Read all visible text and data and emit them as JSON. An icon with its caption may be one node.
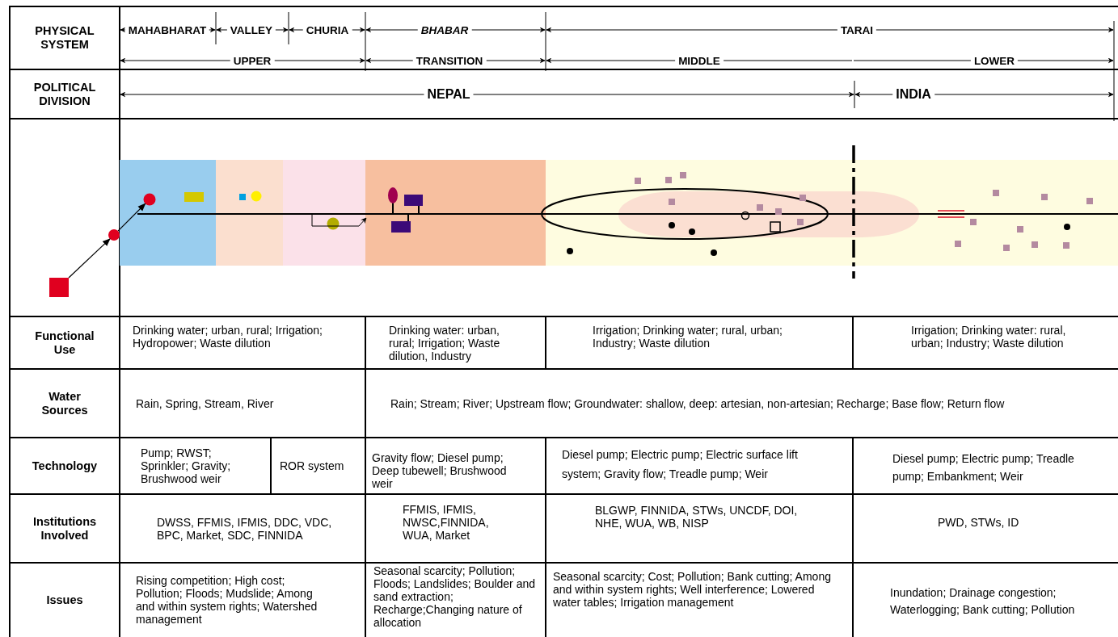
{
  "diagram": {
    "nodes": [
      {
        "text": [],
        "shape": "box"
      },
      {
        "text": [],
        "shape": "circle"
      },
      {
        "text": [],
        "shape": "circle"
      }
    ],
    "edges": [
      {
        "from": 0,
        "to": 1,
        "arrow": "to"
      },
      {
        "from": 1,
        "to": 2,
        "arrow": "to"
      }
    ],
    "labels": [
      "PHYSICAL SYSTEM",
      "MAHABHARAT",
      "VALLEY",
      "CHURIA",
      "BHABAR",
      "TARAI",
      "UPPER",
      "TRANSITION",
      "MIDDLE",
      "LOWER",
      "POLITICAL DIVISION",
      "NEPAL",
      "INDIA",
      "Functional Use",
      "Drinking water; urban, rural; Irrigation; Hydropower; Waste dilution",
      "Drinking water: urban, rural; Irrigation; Waste dilution, Industry",
      "Irrigation; Drinking water; rural, urban; Industry; Waste dilution",
      "Irrigation; Drinking water: rural, urban; Industry; Waste dilution",
      "Water Sources",
      "Rain, Spring, Stream, River",
      "Rain; Stream; River; Upstream flow; Groundwater: shallow, deep: artesian, non-artesian; Recharge; Base flow; Return flow",
      "Technology",
      "Pump; RWST; Sprinkler; Gravity; Brushwood weir",
      "ROR system",
      "Gravity flow; Diesel pump; Deep tubewell; Brushwood weir",
      "Diesel pump; Electric pump; Electric surface lift system; Gravity flow; Treadle pump; Weir",
      "Diesel pump; Electric pump; Treadle pump; Embankment; Weir",
      "Institutions Involved",
      "DWSS, FFMIS, IFMIS, DDC, VDC, BPC, Market, SDC, FINNIDA",
      "FFMIS, IFMIS, NWSC,FINNIDA, WUA, Market",
      "BLGWP, FINNIDA, STWs, UNCDF, DOI, NHE, WUA, WB, NISP",
      "PWD, STWs, ID",
      "Issues",
      "Rising competition; High cost; Pollution; Floods; Mudslide; Among and within system rights; Watershed management",
      "Seasonal scarcity; Pollution; Floods; Landslides; Boulder and sand extraction; Recharge;Changing nature of allocation",
      "Seasonal scarcity; Cost; Pollution; Bank cutting; Among and within system rights; Well interference; Lowered water tables; Irrigation management",
      "Inundation; Drainage congestion; Waterlogging; Bank cutting; Pollution"
    ]
  }
}
